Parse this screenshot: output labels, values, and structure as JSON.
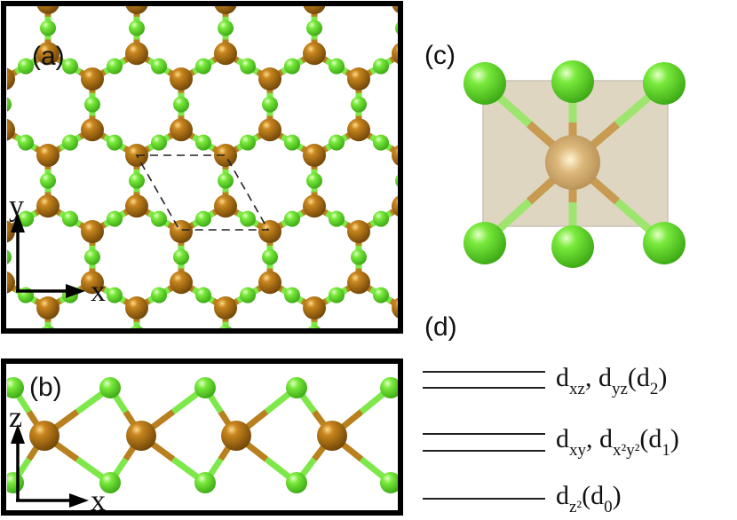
{
  "colors": {
    "metal_atom": "#b06f12",
    "halogen_atom": "#6fe83a",
    "octahedron_fill": "#d9cfb6",
    "frame": "#000000"
  },
  "panels": {
    "a": {
      "label": "(a)",
      "axis_y": "y",
      "axis_x": "x"
    },
    "b": {
      "label": "(b)",
      "axis_z": "z",
      "axis_x": "x"
    },
    "c": {
      "label": "(c)"
    },
    "d": {
      "label": "(d)"
    }
  },
  "levels": [
    {
      "lines": 2,
      "text": "d_{xz}, d_{yz}(d_{2})"
    },
    {
      "lines": 2,
      "text": "d_{xy}, d_{x²y²}(d_{1})"
    },
    {
      "lines": 1,
      "text": "d_{z²}(d_{0})"
    }
  ]
}
